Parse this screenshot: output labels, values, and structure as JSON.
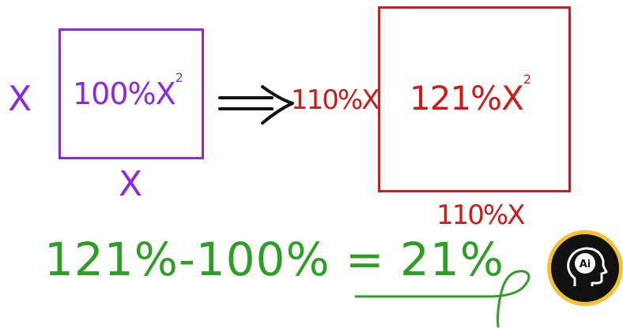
{
  "colors": {
    "purple": "#8a2be2",
    "red": "#d11a1a",
    "green": "#2e9e26",
    "black": "#111111",
    "logo_ring": "#f2c230"
  },
  "small_square": {
    "left_side_label": "X",
    "bottom_side_label": "X",
    "area_label": "100%X",
    "area_exponent": "2"
  },
  "big_square": {
    "left_side_label": "110%X",
    "bottom_side_label": "110%X",
    "area_label": "121%X",
    "area_exponent": "2"
  },
  "arrow": {
    "icon": "implies-arrow-icon"
  },
  "equation": {
    "text": "121%-100% = 21%"
  },
  "logo": {
    "text": "Ai",
    "icon": "brain-head-icon"
  }
}
